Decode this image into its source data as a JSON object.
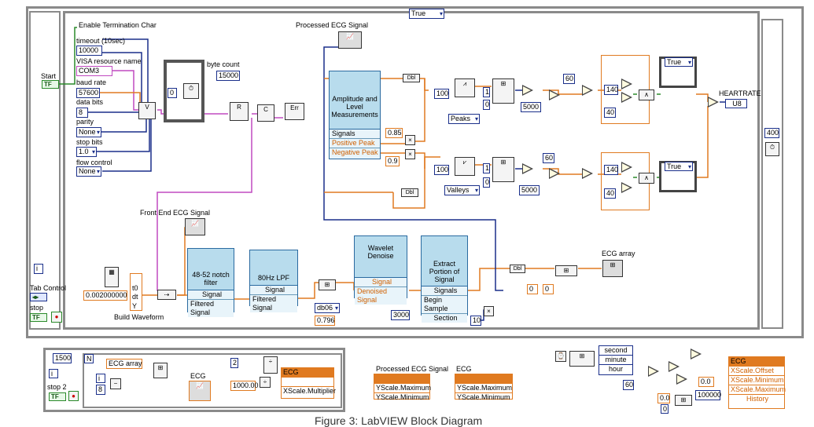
{
  "main": {
    "loop_selector": "True",
    "enable_label": "Enable Termination Char",
    "timeout_label": "timeout (10sec)",
    "timeout_value": "10000",
    "visa_label": "VISA resource name",
    "visa_value": "COM3",
    "baud_label": "baud rate",
    "baud_value": "57600",
    "databits_label": "data bits",
    "databits_value": "8",
    "parity_label": "parity",
    "parity_value": "None",
    "stopbits_label": "stop bits",
    "stopbits_value": "1.0",
    "flow_label": "flow control",
    "flow_value": "None",
    "start_label": "Start",
    "bytecount_label": "byte count",
    "bytecount_value": "15000",
    "zero_const": "0",
    "processed_label": "Processed ECG Signal",
    "amplitude_title": "Amplitude and Level Measurements",
    "amplitude_rows": [
      "Signals",
      "Positive Peak",
      "Negative Peak"
    ],
    "c085": "0.85",
    "c09": "0.9",
    "peaks": "Peaks",
    "valleys": "Valleys",
    "c100a": "100",
    "c100b": "100",
    "c5000a": "5000",
    "c5000b": "5000",
    "c60a": "60",
    "c60b": "60",
    "c140a": "140",
    "c140b": "140",
    "c40a": "40",
    "c40b": "40",
    "true_case1": "True",
    "true_case2": "True",
    "heartrate_label": "HEARTRATE",
    "heartrate_type": "U8",
    "c400": "400",
    "tab_label": "Tab Control",
    "stop_label": "stop",
    "frontend_label": "Front End ECG Signal",
    "build_label": "Build Waveform",
    "dt_value": "0.002000000",
    "notch_title": "48-52 notch filter",
    "notch_rows": [
      "Signal",
      "Filtered Signal"
    ],
    "lpf_title": "80Hz LPF",
    "lpf_rows": [
      "Signal",
      "Filtered Signal"
    ],
    "wavelet_title": "Wavelet Denoise",
    "wavelet_rows": [
      "Signal",
      "Denoised Signal"
    ],
    "extract_title": "Extract Portion of Signal",
    "extract_rows": [
      "Signals",
      "Begin Sample",
      "Section"
    ],
    "db06": "db06",
    "c0796": "0.796",
    "c3000": "3000",
    "c10": "10",
    "ecg_array_label": "ECG array",
    "c0_a": "0",
    "c0_b": "0",
    "wf_labels": [
      "t0",
      "dt",
      "Y"
    ]
  },
  "bottom_left": {
    "c1500": "1500",
    "n_label": "N",
    "i_label": "i",
    "ecg_array_ref": "ECG array",
    "c8": "8",
    "ecg_label": "ECG",
    "c2": "2",
    "c1000": "1000.00",
    "ecg_label2": "ECG",
    "xscale_mult": "XScale.Multiplier",
    "stop2_label": "stop 2"
  },
  "bottom_mid": {
    "title": "Processed ECG Signal",
    "left_rows": [
      "YScale.Maximum",
      "YScale.Minimum"
    ],
    "ecg_label": "ECG",
    "right_rows": [
      "YScale.Maximum",
      "YScale.Minimum"
    ]
  },
  "bottom_right": {
    "time_rows": [
      "second",
      "minute",
      "hour"
    ],
    "c60": "60",
    "c00": "0.0",
    "c100000": "100000",
    "c0": "0",
    "ecg_label": "ECG",
    "prop_rows": [
      "XScale.Offset",
      "XScale.Minimum",
      "XScale.Maximum",
      "History"
    ]
  },
  "caption": "Figure 3: LabVIEW Block Diagram",
  "colors": {
    "wire_pink": "#c04ac0",
    "wire_orange": "#e07a20",
    "wire_blue": "#1a2f8a",
    "wire_green": "#2a8a2a",
    "block_blue": "#b8dced"
  }
}
